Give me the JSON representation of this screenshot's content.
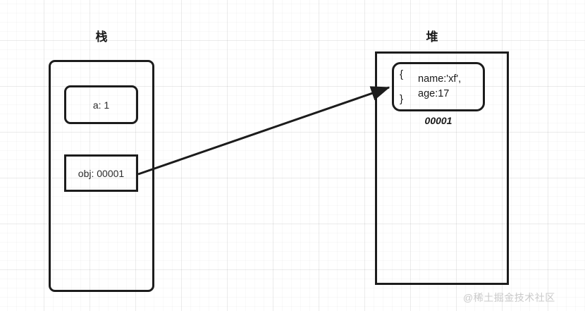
{
  "diagram": {
    "background": "#ffffff",
    "stroke_color": "#1c1c1c",
    "watermark": "@稀土掘金技术社区"
  },
  "stack": {
    "title": "栈",
    "frames": [
      {
        "label": "a: 1",
        "shape": "rounded"
      },
      {
        "label": "obj: 00001",
        "shape": "square"
      }
    ]
  },
  "heap": {
    "title": "堆",
    "object": {
      "open_brace": "{",
      "close_brace": "}",
      "properties": [
        "name:'xf',",
        "age:17"
      ],
      "address_label": "00001"
    }
  },
  "arrow": {
    "from": "obj: 00001",
    "to": "heap-object",
    "color": "#1c1c1c"
  }
}
